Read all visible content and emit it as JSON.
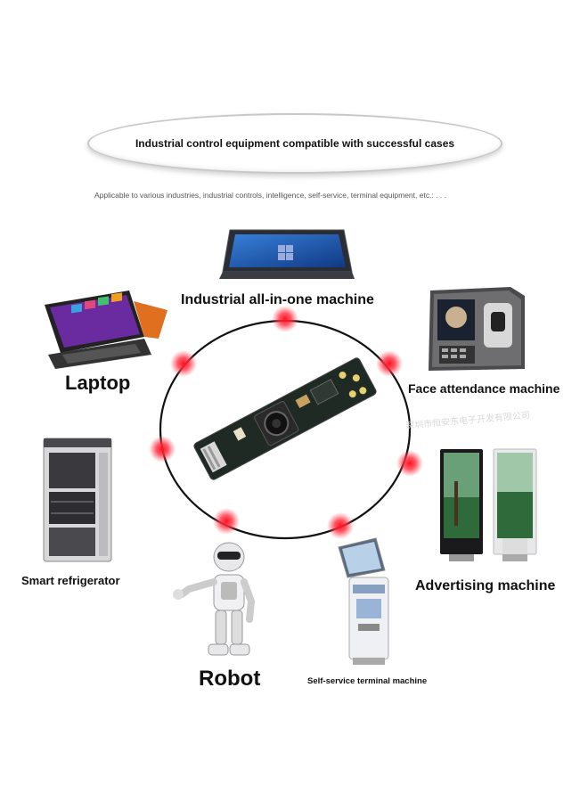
{
  "header": {
    "title": "Industrial control equipment compatible with successful cases",
    "subtitle": "Applicable to various industries, industrial controls, intelligence, self-service, terminal equipment, etc.:  . . ."
  },
  "center": {
    "device": "camera-module",
    "watermark": "深圳市恒安东电子开发有限公司"
  },
  "devices": [
    {
      "label": "Industrial all-in-one machine",
      "icon": "industrial-monitor-icon"
    },
    {
      "label": "Laptop",
      "icon": "laptop-icon"
    },
    {
      "label": "Face attendance machine",
      "icon": "face-attendance-icon"
    },
    {
      "label": "Smart refrigerator",
      "icon": "smart-refrigerator-icon"
    },
    {
      "label": "Advertising machine",
      "icon": "advertising-machine-icon"
    },
    {
      "label": "Robot",
      "icon": "robot-icon"
    },
    {
      "label": "Self-service terminal machine",
      "icon": "self-service-terminal-icon"
    }
  ],
  "colors": {
    "dot": "#ff2030",
    "ring": "#111111",
    "pcb": "#1f2a24"
  }
}
